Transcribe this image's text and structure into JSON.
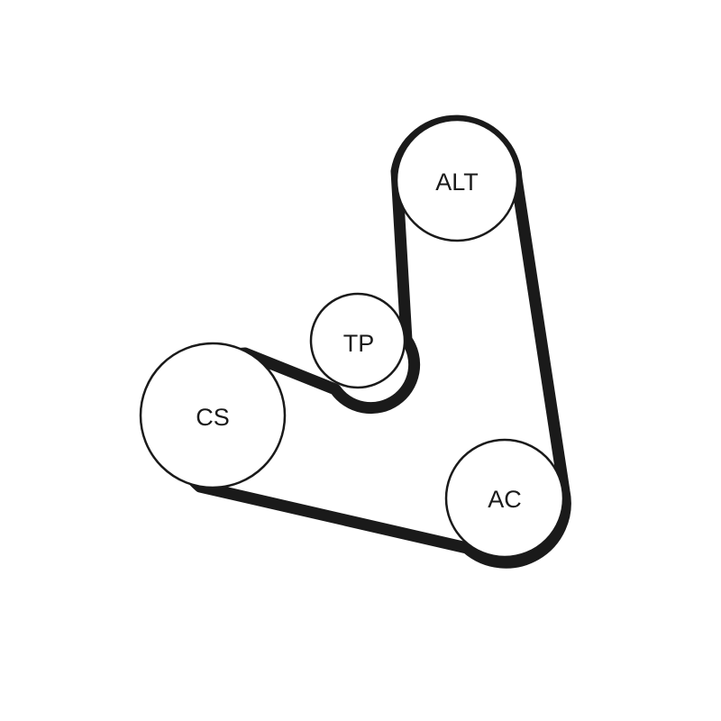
{
  "diagram": {
    "type": "belt-routing",
    "colors": {
      "belt": "#1a1a1a",
      "pulley_stroke": "#1a1a1a",
      "pulley_fill": "#ffffff",
      "background": "#ffffff"
    },
    "pulleys": [
      {
        "id": "alt",
        "label": "ALT"
      },
      {
        "id": "tp",
        "label": "TP"
      },
      {
        "id": "cs",
        "label": "CS"
      },
      {
        "id": "ac",
        "label": "AC"
      }
    ]
  }
}
